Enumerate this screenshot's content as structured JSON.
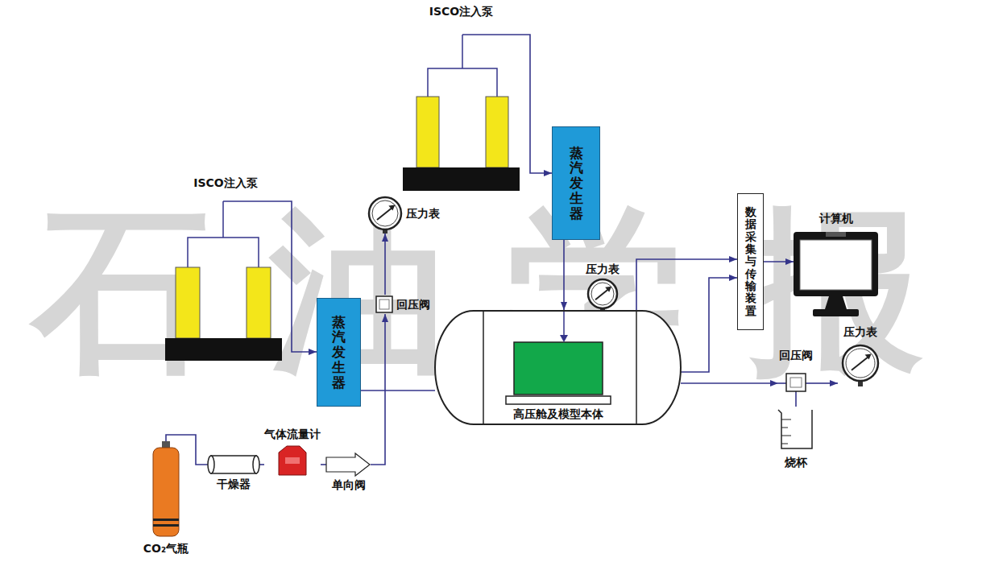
{
  "diagram": {
    "nodes": [
      {
        "text": [
          "ISCO注入泵"
        ]
      },
      {
        "text": [
          "蒸汽发生器"
        ]
      },
      {
        "text": [
          "ISCO注入泵"
        ]
      },
      {
        "text": [
          "压力表"
        ]
      },
      {
        "text": [
          "数据采集与传输装置"
        ]
      },
      {
        "text": [
          "计算机"
        ]
      },
      {
        "text": [
          "蒸汽发生器"
        ]
      },
      {
        "text": [
          "回压阀"
        ]
      },
      {
        "text": [
          "压力表"
        ]
      },
      {
        "text": [
          "高压舱及模型本体"
        ]
      },
      {
        "text": [
          "回压阀"
        ]
      },
      {
        "text": [
          "压力表"
        ]
      },
      {
        "text": [
          "烧杯"
        ]
      },
      {
        "text": [
          "CO₂气瓶"
        ]
      },
      {
        "text": [
          "干燥器"
        ]
      },
      {
        "text": [
          "气体流量计"
        ]
      },
      {
        "text": [
          "单向阀"
        ]
      }
    ],
    "edges": [
      {
        "from": 0,
        "to": 1,
        "arrow": "to"
      },
      {
        "from": 2,
        "to": 6,
        "arrow": "to"
      },
      {
        "from": 1,
        "to": 9,
        "arrow": "to"
      },
      {
        "from": 6,
        "to": 9,
        "arrow": "none"
      },
      {
        "from": 13,
        "to": 14,
        "arrow": "none"
      },
      {
        "from": 14,
        "to": 15,
        "arrow": "none"
      },
      {
        "from": 15,
        "to": 16,
        "arrow": "none"
      },
      {
        "from": 16,
        "to": 7,
        "arrow": "to"
      },
      {
        "from": 7,
        "to": 3,
        "arrow": "to"
      },
      {
        "from": 9,
        "to": 4,
        "arrow": "to"
      },
      {
        "from": 9,
        "to": 4,
        "arrow": "to"
      },
      {
        "from": 4,
        "to": 5,
        "arrow": "to"
      },
      {
        "from": 9,
        "to": 10,
        "arrow": "to"
      },
      {
        "from": 10,
        "to": 11,
        "arrow": "to"
      },
      {
        "from": 10,
        "to": 12,
        "arrow": "none"
      }
    ],
    "labels": [
      "石油学报"
    ]
  }
}
